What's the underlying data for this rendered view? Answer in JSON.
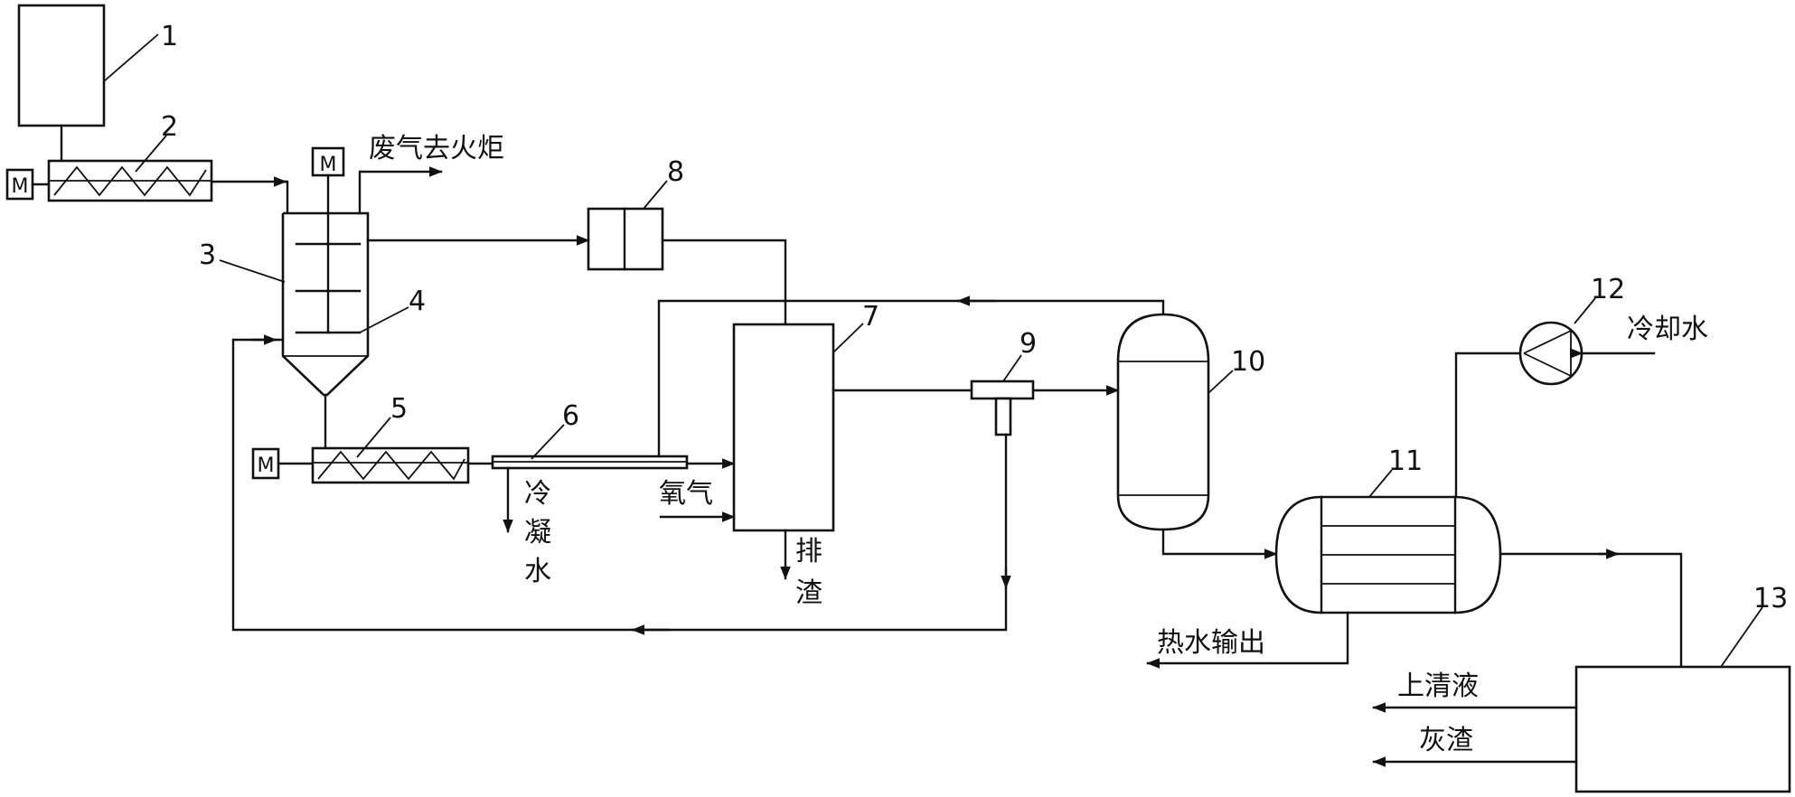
{
  "motor_label": "M",
  "numbers": [
    "1",
    "2",
    "3",
    "4",
    "5",
    "6",
    "7",
    "8",
    "9",
    "10",
    "11",
    "12",
    "13"
  ],
  "labels": {
    "exhaust_to_flare": "废气去火炬",
    "condensate": [
      "冷",
      "凝",
      "水"
    ],
    "oxygen": "氧气",
    "slag_discharge": [
      "排",
      "渣"
    ],
    "cooling_water": "冷却水",
    "hot_water_output": "热水输出",
    "supernatant": "上清液",
    "ash_slag": "灰渣"
  }
}
